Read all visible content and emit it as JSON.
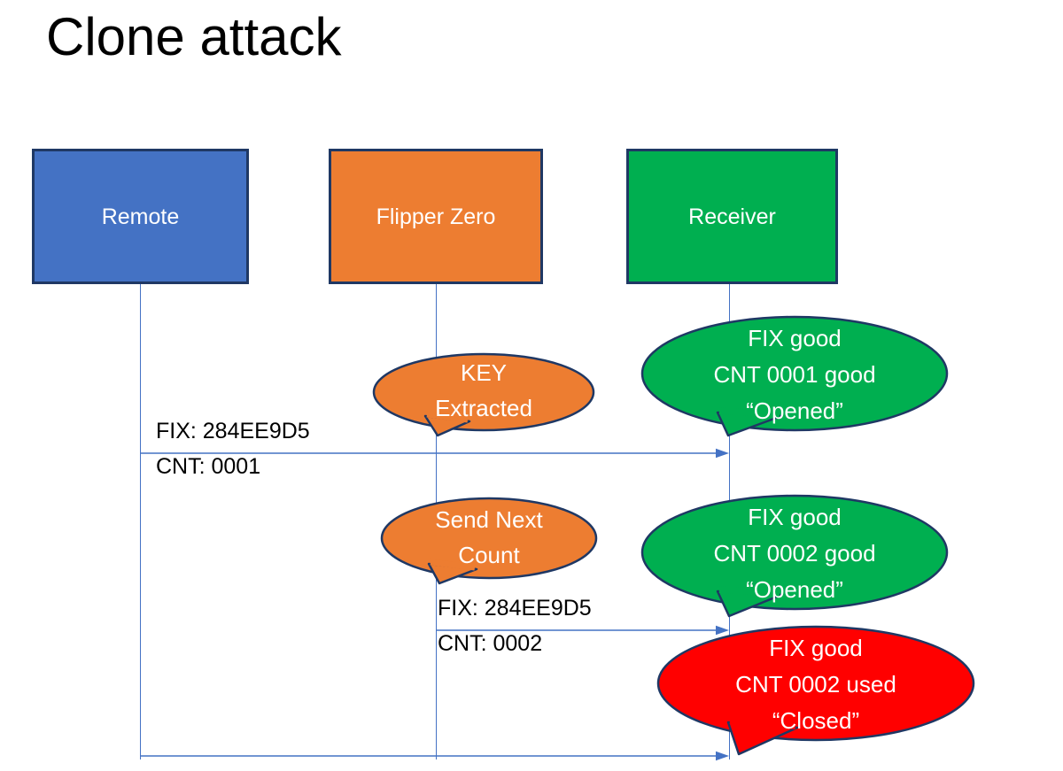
{
  "slide": {
    "title": "Clone attack",
    "background": "#FFFFFF"
  },
  "colors": {
    "remote_blue": "#4472C4",
    "flipper_orange": "#ED7D31",
    "receiver_green": "#00AF50",
    "alert_red": "#FF0000",
    "outline_navy": "#1F3864",
    "line_blue": "#4472C4",
    "text_black": "#000000",
    "text_white": "#FFFFFF"
  },
  "actors": [
    {
      "id": "remote",
      "label": "Remote",
      "color": "#4472C4"
    },
    {
      "id": "flipper",
      "label": "Flipper Zero",
      "color": "#ED7D31"
    },
    {
      "id": "receiver",
      "label": "Receiver",
      "color": "#00AF50"
    }
  ],
  "messages": [
    {
      "id": "msg-1",
      "from": "remote",
      "to": "receiver",
      "line_fix": "FIX: 284EE9D5",
      "line_cnt": "CNT: 0001"
    },
    {
      "id": "msg-2",
      "from": "flipper",
      "to": "receiver",
      "line_fix": "FIX: 284EE9D5",
      "line_cnt": "CNT: 0002"
    }
  ],
  "bubbles": [
    {
      "id": "key-extracted",
      "color": "#ED7D31",
      "line1": "KEY",
      "line2": "Extracted",
      "line3": ""
    },
    {
      "id": "receiver-ok-0001",
      "color": "#00AF50",
      "line1": "FIX good",
      "line2": "CNT 0001 good",
      "line3": "“Opened”"
    },
    {
      "id": "send-next-count",
      "color": "#ED7D31",
      "line1": "Send Next",
      "line2": "Count",
      "line3": ""
    },
    {
      "id": "receiver-ok-0002",
      "color": "#00AF50",
      "line1": "FIX good",
      "line2": "CNT 0002 good",
      "line3": "“Opened”"
    },
    {
      "id": "receiver-reject-0002",
      "color": "#FF0000",
      "line1": "FIX good",
      "line2": "CNT 0002 used",
      "line3": "“Closed”"
    }
  ]
}
